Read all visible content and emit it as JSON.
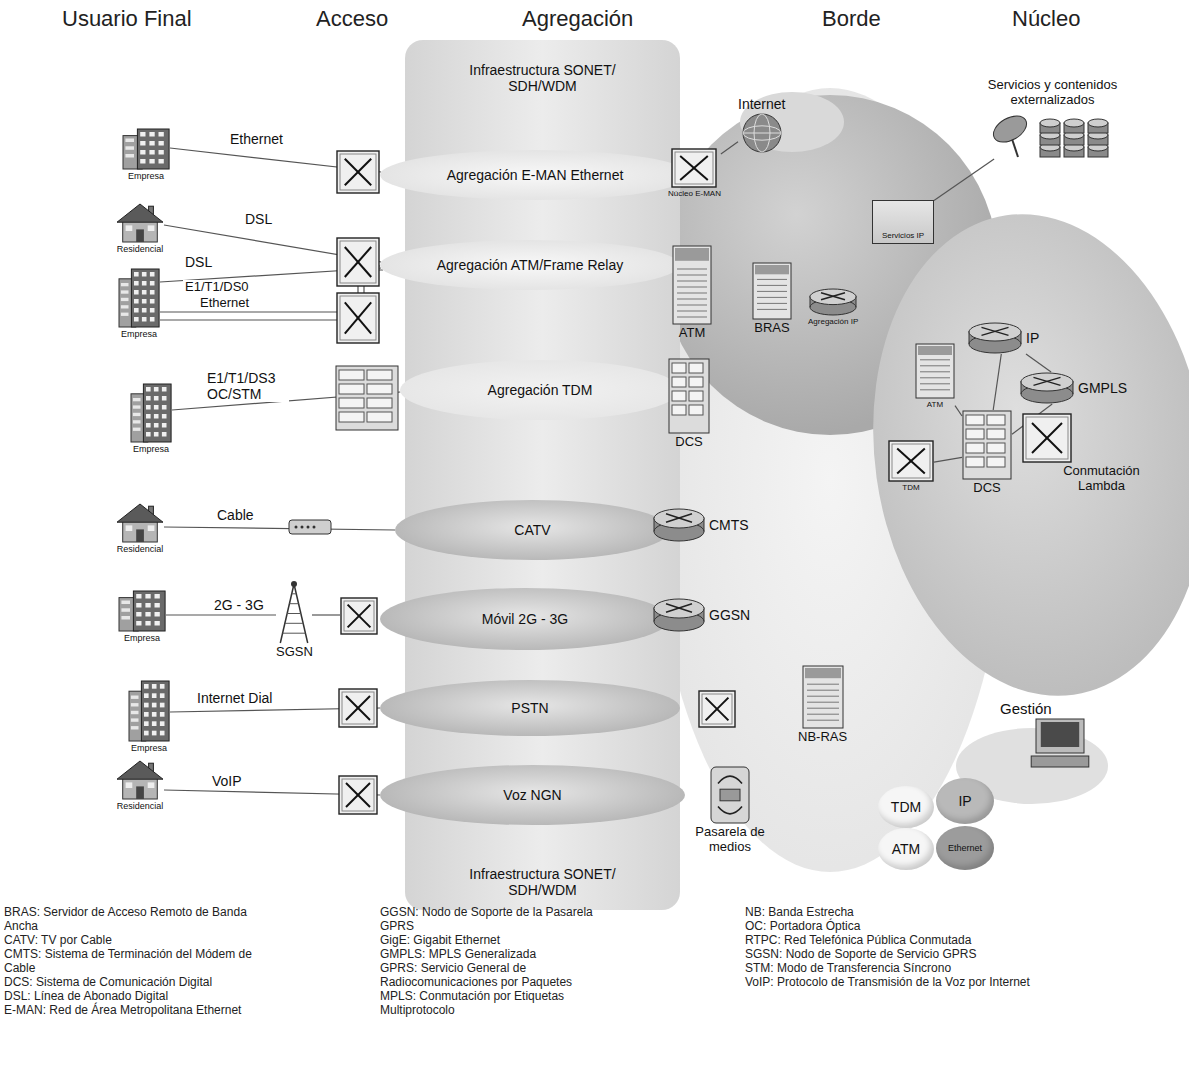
{
  "diagram": {
    "nodes": [
      {
        "text": [
          "Infraestructura SONET/ SDH/WDM",
          "Infraestructura SONET/ SDH/WDM"
        ]
      },
      {
        "text": [
          "Agregación E-MAN Ethernet"
        ],
        "in": 0
      },
      {
        "text": [
          "Agregación ATM/Frame Relay"
        ],
        "in": 0
      },
      {
        "text": [
          "Agregación TDM"
        ],
        "in": 0
      },
      {
        "text": [
          "CATV"
        ],
        "in": 0
      },
      {
        "text": [
          "Móvil 2G - 3G"
        ],
        "in": 0
      },
      {
        "text": [
          "PSTN"
        ],
        "in": 0
      },
      {
        "text": [
          "Voz NGN"
        ],
        "in": 0
      },
      {
        "text": [
          "Empresa"
        ]
      },
      {
        "text": [
          "Residencial"
        ]
      },
      {
        "text": [
          "Empresa"
        ]
      },
      {
        "text": [
          "Empresa"
        ]
      },
      {
        "text": [
          "Residencial"
        ]
      },
      {
        "text": [
          "Empresa"
        ]
      },
      {
        "text": [
          "Empresa"
        ]
      },
      {
        "text": [
          "Residencial"
        ]
      },
      {
        "text": [
          "Núcleo E-MAN"
        ]
      },
      {
        "text": [
          "Internet"
        ]
      },
      {
        "text": [
          "ATM"
        ]
      },
      {
        "text": [
          "BRAS"
        ]
      },
      {
        "text": [
          "Agregación IP"
        ]
      },
      {
        "text": [
          "Servicios IP"
        ]
      },
      {
        "text": [
          "Servicios y contenidos externalizados"
        ]
      },
      {
        "text": [
          "DCS"
        ]
      },
      {
        "text": [
          "CMTS"
        ]
      },
      {
        "text": [
          "GGSN"
        ]
      },
      {
        "text": [
          "SGSN"
        ]
      },
      {
        "text": [
          "NB-RAS"
        ]
      },
      {
        "text": [
          "Pasarela de medios"
        ]
      },
      {
        "text": [
          "IP"
        ]
      },
      {
        "text": [
          "GMPLS"
        ]
      },
      {
        "text": [
          "ATM"
        ]
      },
      {
        "text": [
          "TDM"
        ]
      },
      {
        "text": [
          "DCS"
        ]
      },
      {
        "text": [
          "Conmutación Lambda"
        ]
      },
      {
        "text": [
          "Gestión"
        ]
      },
      {
        "text": [
          "TDM"
        ]
      },
      {
        "text": [
          "IP"
        ]
      },
      {
        "text": [
          "ATM"
        ]
      },
      {
        "text": [
          "Ethernet"
        ]
      }
    ],
    "edges": [
      {
        "from": 8,
        "to": 1,
        "label": "Ethernet",
        "arrow": "none"
      },
      {
        "from": 9,
        "to": 2,
        "label": "DSL",
        "arrow": "none"
      },
      {
        "from": 10,
        "to": 2,
        "label": "DSL",
        "arrow": "none"
      },
      {
        "from": 10,
        "to": 2,
        "label": "E1/T1/DS0",
        "arrow": "none"
      },
      {
        "from": 10,
        "to": 2,
        "label": "Ethernet",
        "arrow": "none"
      },
      {
        "from": 11,
        "to": 3,
        "label": "E1/T1/DS3 OC/STM",
        "arrow": "none"
      },
      {
        "from": 12,
        "to": 4,
        "label": "Cable",
        "arrow": "none"
      },
      {
        "from": 13,
        "to": 26,
        "label": "2G - 3G",
        "arrow": "none"
      },
      {
        "from": 14,
        "to": 6,
        "label": "Internet Dial",
        "arrow": "none"
      },
      {
        "from": 15,
        "to": 7,
        "label": "VoIP",
        "arrow": "none"
      },
      {
        "from": 17,
        "to": 16,
        "arrow": "none"
      },
      {
        "from": 21,
        "to": 22,
        "arrow": "none"
      },
      {
        "from": 33,
        "to": 31,
        "arrow": "none"
      },
      {
        "from": 33,
        "to": 29,
        "arrow": "none"
      },
      {
        "from": 33,
        "to": 30,
        "arrow": "none"
      },
      {
        "from": 33,
        "to": 32,
        "arrow": "none"
      },
      {
        "from": 29,
        "to": 30,
        "arrow": "none"
      }
    ],
    "labels": [
      "Usuario Final",
      "Acceso",
      "Agregación",
      "Borde",
      "Núcleo",
      "BRAS: Servidor de Acceso Remoto de Banda Ancha",
      "CATV: TV por Cable",
      "CMTS: Sistema de Terminación del Módem de Cable",
      "DCS: Sistema de Comunicación Digital",
      "DSL: Línea de Abonado Digital",
      "E-MAN: Red de Área Metropolitana Ethernet",
      "GGSN: Nodo de Soporte de la Pasarela GPRS",
      "GigE: Gigabit Ethernet",
      "GMPLS: MPLS Generalizada",
      "GPRS: Servicio General de Radiocomunicaciones por Paquetes",
      "MPLS: Conmutación por Etiquetas Multiprotocolo",
      "NB: Banda Estrecha",
      "OC: Portadora Óptica",
      "RTPC: Red Telefónica Pública Conmutada",
      "SGSN: Nodo de Soporte de Servicio GPRS",
      "STM: Modo de Transferencia Síncrono",
      "VoIP: Protocolo de Transmisión de la Voz por Internet"
    ]
  }
}
